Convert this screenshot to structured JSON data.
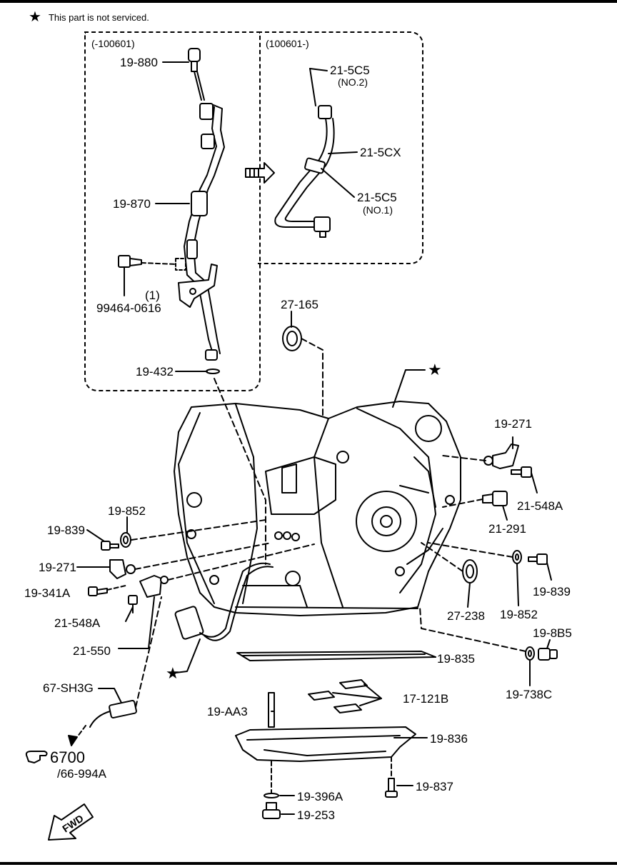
{
  "legend": {
    "symbol": "★",
    "note": "This part is not serviced."
  },
  "boxes": {
    "left_title": "(-100601)",
    "right_title": "(100601-)"
  },
  "parts": {
    "p19_880": "19-880",
    "p19_870": "19-870",
    "p99464": "99464-0616",
    "p99464_qty": "(1)",
    "p19_432": "19-432",
    "p21_5c5_a": "21-5C5",
    "p21_5c5_a_note": "(NO.2)",
    "p21_5cx": "21-5CX",
    "p21_5c5_b": "21-5C5",
    "p21_5c5_b_note": "(NO.1)",
    "p27_165": "27-165",
    "p19_271_r": "19-271",
    "p21_548a_r": "21-548A",
    "p21_291": "21-291",
    "p19_852_l": "19-852",
    "p19_839_l": "19-839",
    "p19_271_l": "19-271",
    "p19_341a": "19-341A",
    "p21_548a_l": "21-548A",
    "p21_550": "21-550",
    "p27_238": "27-238",
    "p19_852_r": "19-852",
    "p19_839_r": "19-839",
    "p19_8b5": "19-8B5",
    "p19_738c": "19-738C",
    "p19_835": "19-835",
    "p17_121b": "17-121B",
    "p19_aa3": "19-AA3",
    "p19_836": "19-836",
    "p19_837": "19-837",
    "p19_396a": "19-396A",
    "p19_253": "19-253",
    "p67_sh3g": "67-SH3G",
    "ref_6700": "6700",
    "ref_66_994a": "/66-994A"
  },
  "stars": {
    "symbol": "★"
  },
  "fwd": {
    "label": "FWD"
  }
}
